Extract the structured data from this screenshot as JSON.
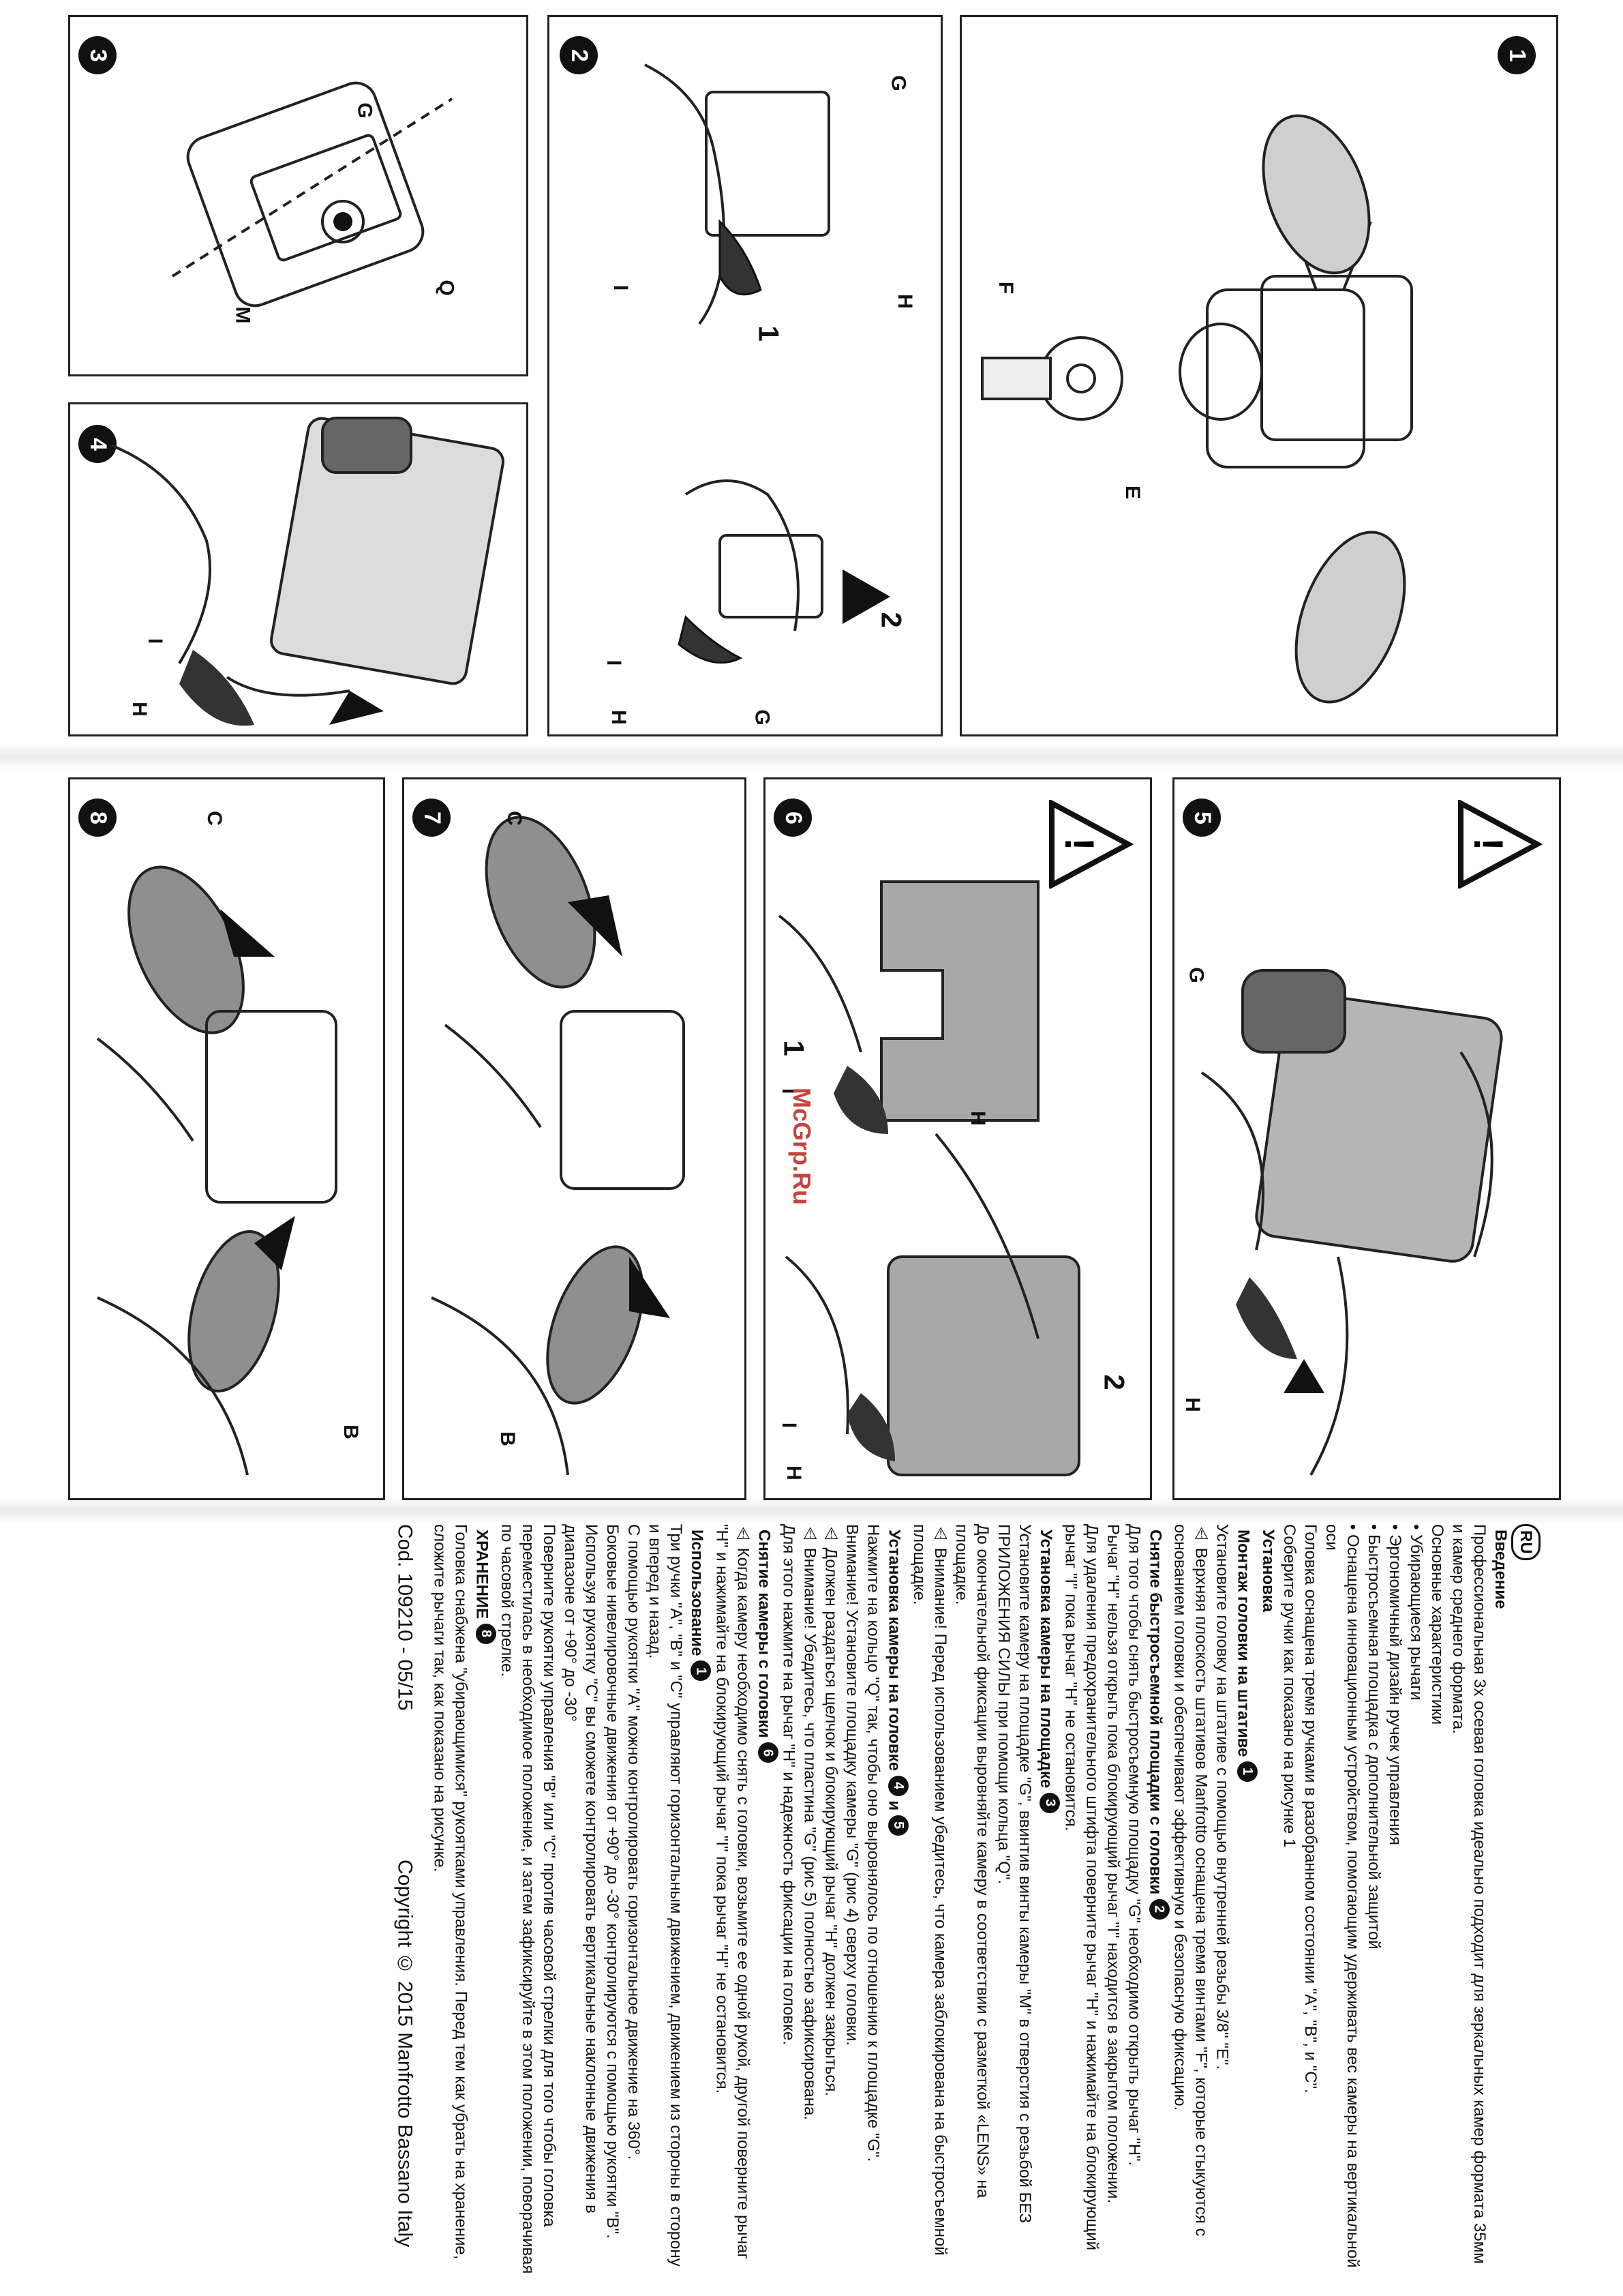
{
  "watermark": "McGrp.Ru",
  "panels": [
    {
      "num": "1",
      "labels": [
        "F",
        "E"
      ]
    },
    {
      "num": "2",
      "labels": [
        "G",
        "I",
        "H",
        "1",
        "2",
        "I",
        "H",
        "G"
      ]
    },
    {
      "num": "3",
      "labels": [
        "G",
        "Q",
        "M"
      ]
    },
    {
      "num": "4",
      "labels": [
        "I",
        "H"
      ]
    },
    {
      "num": "5",
      "labels": [
        "G",
        "H"
      ]
    },
    {
      "num": "6",
      "labels": [
        "1",
        "I",
        "H",
        "2",
        "I",
        "H"
      ]
    },
    {
      "num": "7",
      "labels": [
        "C",
        "B"
      ]
    },
    {
      "num": "8",
      "labels": [
        "C",
        "B"
      ]
    }
  ],
  "text": {
    "lang_badge": "RU",
    "intro_title": "Введение",
    "intro_p": "Профессиональная 3х осевая головка идеально подходит для зеркальных камер формата 35мм и камер среднего формата.",
    "features_title": "Основные характеристики",
    "features": [
      "Убирающиеся рычаги",
      "Эргономичный дизайн ручек управления",
      "Быстросъемная площадка с дополнительной защитой",
      "Оснащена инновационным устройством, помогающим удерживать вес камеры на вертикальной оси"
    ],
    "features_p1": "Головка оснащена тремя ручками в разобранном состоянии \"A\", \"B\", и \"C\".",
    "features_p2": "Соберите ручки как показано на рисунке 1",
    "install_title": "Установка",
    "mount_title": "Монтаж головки на штативе",
    "mount_badge": "1",
    "mount_p": "Установите головку на штативе с помощью внутренней резьбы 3/8\" \"E\".",
    "mount_warn": "Верхняя плоскость штативов Manfrotto оснащена тремя винтами \"F\", которые стыкуются с основанием головки и обеспечивают эффективную и безопасную фиксацию.",
    "remove_plate_title": "Снятие быстросъемной площадки с головки",
    "remove_plate_badge": "2",
    "remove_plate_p1": "Для того чтобы снять быстросъемную площадку \"G\" необходимо открыть рычаг \"H\".",
    "remove_plate_p2": "Рычаг \"H\" нельзя открыть пока блокирующий рычаг \"I\" находится в закрытом положении.",
    "remove_plate_p3": "Для удаления предохранительного штифта поверните рычаг \"H\" и нажимайте на блокирующий рычаг \"I\" пока рычаг \"H\" не остановится.",
    "mount_cam_title": "Установка камеры на площадке",
    "mount_cam_badge": "3",
    "mount_cam_p1": "Установите камеру на площадке \"G\", ввинтив винты камеры \"M\" в отверстия с резьбой БЕЗ ПРИЛОЖЕНИЯ СИЛЫ при помощи кольца \"Q\".",
    "mount_cam_p2": "До окончательной фиксации выровняйте камеру в соответствии с разметкой «LENS» на площадке.",
    "mount_cam_warn": "Внимание! Перед использованием убедитесь, что камера заблокирована на быстросъемной площадке.",
    "cam_head_title": "Установка камеры на головке",
    "cam_head_badge1": "4",
    "cam_head_and": "и",
    "cam_head_badge2": "5",
    "cam_head_p1": "Нажмите на кольцо \"Q\" так, чтобы оно выровнялось по отношению к площадке \"G\".",
    "cam_head_p2": "Внимание! Установите площадку камеры \"G\" (рис 4) сверху головки.",
    "cam_head_warn1": "Должен раздаться щелчок и блокирующий рычаг \"H\" должен закрыться.",
    "cam_head_warn2": "Внимание! Убедитесь, что пластина \"G\" (рис 5) полностью зафиксирована.",
    "cam_head_warn3": "Для этого нажмите на рычаг \"H\" и надежность фиксации на головке.",
    "remove_cam_title": "Снятие камеры с головки",
    "remove_cam_badge": "6",
    "remove_cam_p": "Когда камеру необходимо снять с головки, возьмите ее одной рукой, другой поверните рычаг \"H\" и нажимайте на блокирующий рычаг \"I\" пока рычаг \"H\" не остановится.",
    "use_title": "Использование",
    "use_badge": "1",
    "use_p1": "Три ручки \"A\", \"B\" и \"C\" управляют горизонтальным движением, движением из стороны в сторону и вперед и назад.",
    "use_p2": "С помощью рукоятки \"A\" можно контролировать горизонтальное движение на 360°.",
    "use_p3": "Боковые нивелировочные движения от +90° до -30° контролируются с помощью рукоятки \"B\".",
    "use_p4": "Используя рукоятку \"C\" вы сможете контролировать вертикальные наклонные движения в диапазоне от +90° до -30°",
    "use_p5": "Поверните рукоятки управления \"B\" или \"C\" против часовой стрелки для того чтобы головка переместилась в необходимое положение, и затем зафиксируйте в этом положении, поворачивая по часовой стрелке.",
    "storage_title": "ХРАНЕНИЕ",
    "storage_badge": "8",
    "storage_p": "Головка снабжена \"убирающимися\" рукоятками управления. Перед тем как убрать на хранение, сложите рычаги так, как показано на рисунке.",
    "cod": "Cod. 109210 - 05/15",
    "copyright": "Copyright © 2015 Manfrotto Bassano Italy"
  }
}
